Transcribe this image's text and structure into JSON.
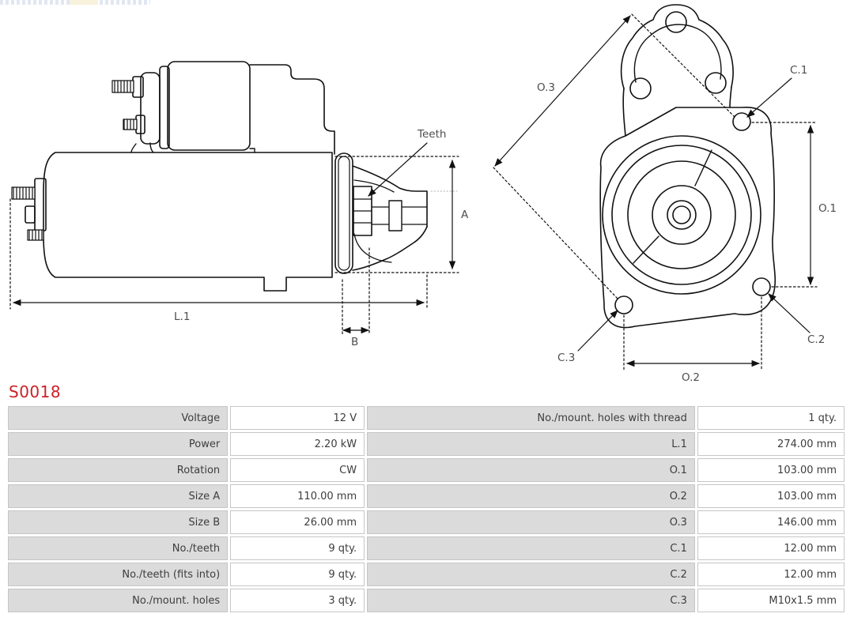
{
  "part": {
    "code": "S0018"
  },
  "colors": {
    "part_code_red": "#cc2127",
    "table_label_bg": "#dbdbdb",
    "table_border": "#c6c6c6",
    "drawing_line": "#111111",
    "dimension_text": "#4d4d4d"
  },
  "diagram": {
    "side_view": {
      "labels": {
        "teeth": "Teeth",
        "a": "A",
        "l1": "L.1",
        "b": "B"
      }
    },
    "front_view": {
      "labels": {
        "o1": "O.1",
        "o2": "O.2",
        "o3": "O.3",
        "c1": "C.1",
        "c2": "C.2",
        "c3": "C.3"
      }
    }
  },
  "spec_table": {
    "left_rows": [
      {
        "label": "Voltage",
        "value": "12 V"
      },
      {
        "label": "Power",
        "value": "2.20 kW"
      },
      {
        "label": "Rotation",
        "value": "CW"
      },
      {
        "label": "Size A",
        "value": "110.00 mm"
      },
      {
        "label": "Size B",
        "value": "26.00 mm"
      },
      {
        "label": "No./teeth",
        "value": "9 qty."
      },
      {
        "label": "No./teeth (fits into)",
        "value": "9 qty."
      },
      {
        "label": "No./mount. holes",
        "value": "3 qty."
      }
    ],
    "right_rows": [
      {
        "label": "No./mount. holes with thread",
        "value": "1 qty."
      },
      {
        "label": "L.1",
        "value": "274.00 mm"
      },
      {
        "label": "O.1",
        "value": "103.00 mm"
      },
      {
        "label": "O.2",
        "value": "103.00 mm"
      },
      {
        "label": "O.3",
        "value": "146.00 mm"
      },
      {
        "label": "C.1",
        "value": "12.00 mm"
      },
      {
        "label": "C.2",
        "value": "12.00 mm"
      },
      {
        "label": "C.3",
        "value": "M10x1.5 mm"
      }
    ]
  }
}
